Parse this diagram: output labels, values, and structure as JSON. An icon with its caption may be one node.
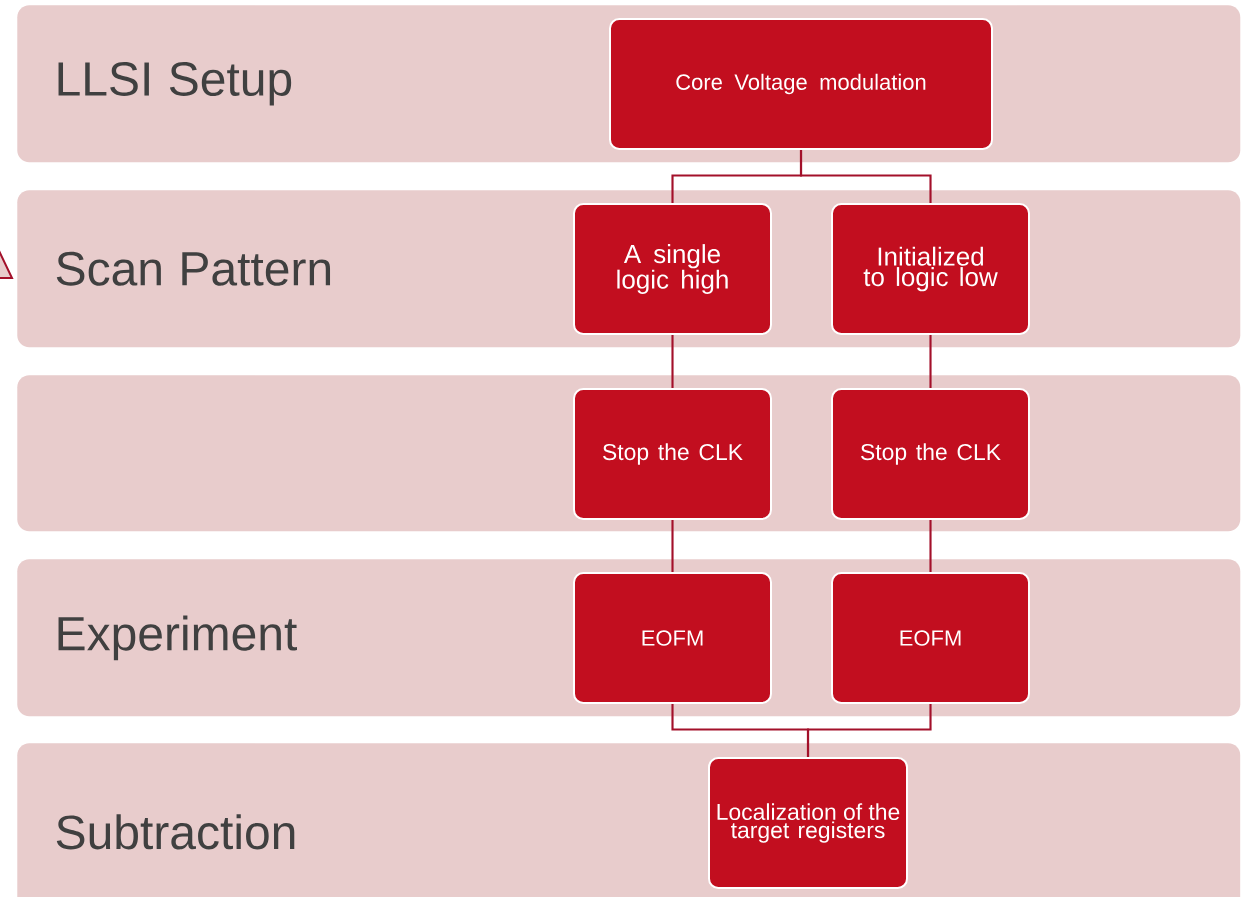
{
  "diagram": {
    "nodes": [
      {
        "text": [
          "LLSI Setup"
        ]
      },
      {
        "text": [
          "Core Voltage modulation"
        ],
        "in": 0
      },
      {
        "text": [
          "Scan Pattern"
        ]
      },
      {
        "text": [
          "A single logic high"
        ],
        "in": 2
      },
      {
        "text": [
          "Initialized to logic low"
        ],
        "in": 2
      },
      {
        "text": [],
        "shape": "box"
      },
      {
        "text": [
          "Stop the CLK"
        ],
        "in": 5
      },
      {
        "text": [
          "Stop the CLK"
        ],
        "in": 5
      },
      {
        "text": [
          "Experiment"
        ]
      },
      {
        "text": [
          "EOFM"
        ],
        "in": 8
      },
      {
        "text": [
          "EOFM"
        ],
        "in": 8
      },
      {
        "text": [
          "Subtraction"
        ]
      },
      {
        "text": [
          "Localization of the target registers"
        ],
        "in": 11
      }
    ],
    "edges": [
      {
        "from": 1,
        "to": 3,
        "arrow": "none"
      },
      {
        "from": 1,
        "to": 4,
        "arrow": "none"
      },
      {
        "from": 3,
        "to": 6,
        "arrow": "none"
      },
      {
        "from": 4,
        "to": 7,
        "arrow": "none"
      },
      {
        "from": 6,
        "to": 9,
        "arrow": "none"
      },
      {
        "from": 7,
        "to": 10,
        "arrow": "none"
      },
      {
        "from": 9,
        "to": 12,
        "arrow": "none"
      },
      {
        "from": 10,
        "to": 12,
        "arrow": "none"
      }
    ]
  }
}
